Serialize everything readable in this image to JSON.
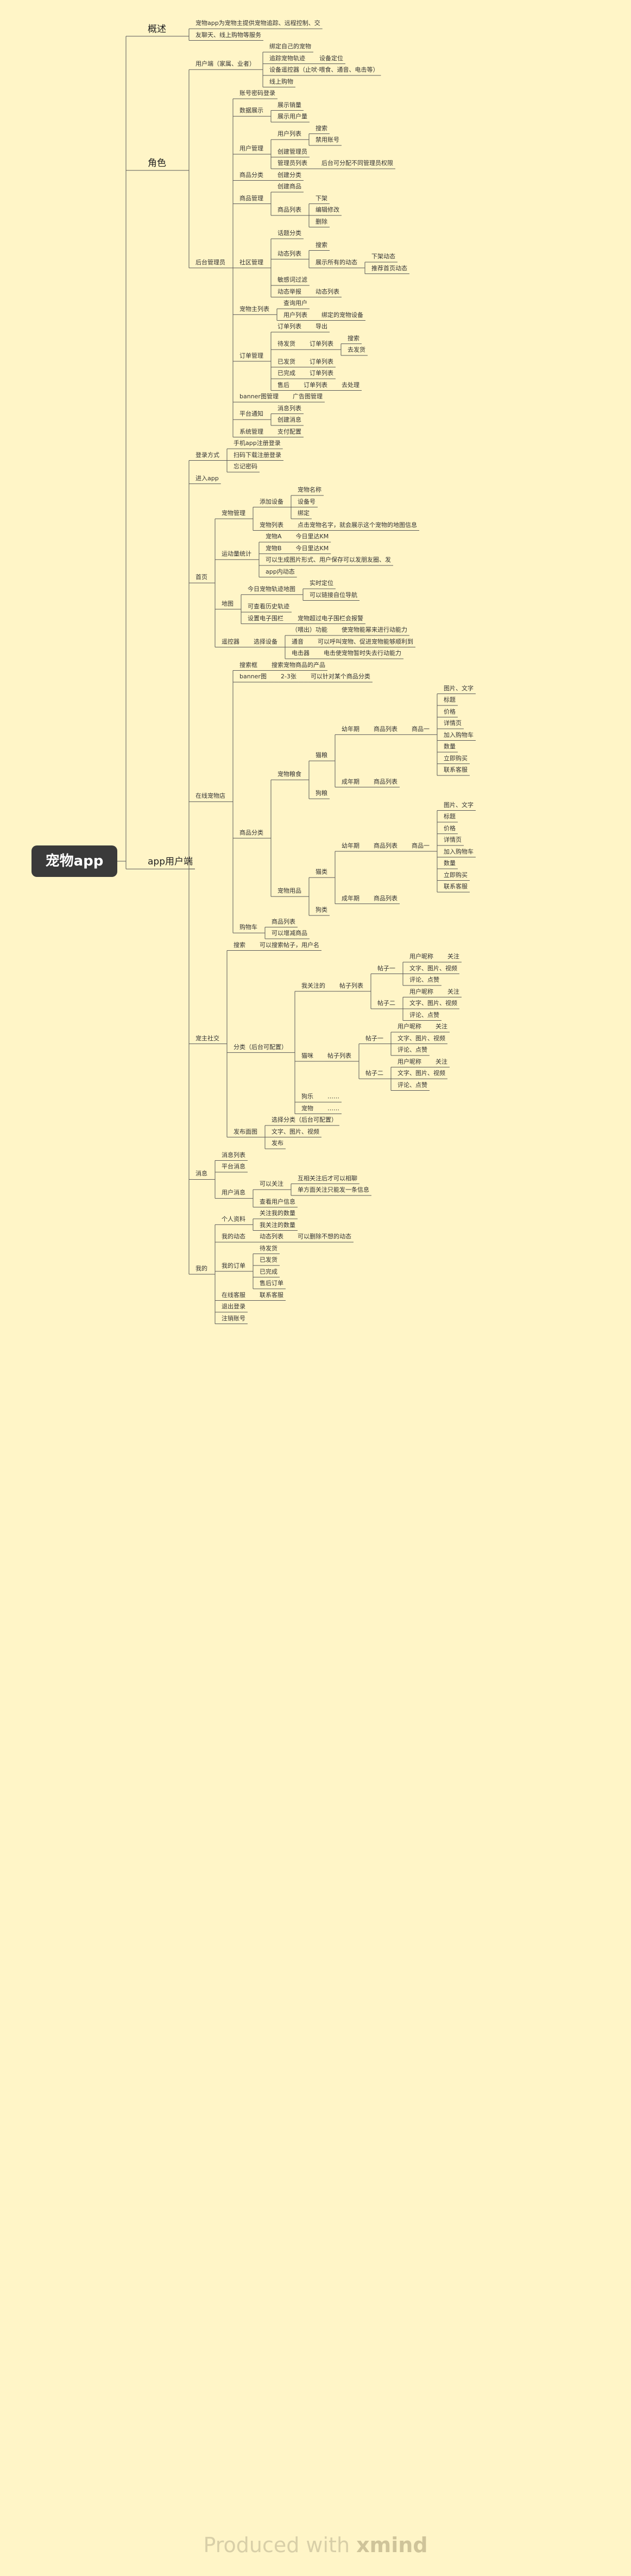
{
  "root": "宠物app",
  "watermark": {
    "prefix": "Produced with",
    "brand": "xmind"
  },
  "tree": [
    {
      "t": "概述",
      "c": [
        {
          "t": "宠物app为宠物主提供宠物追踪、远程控制、交",
          "c": []
        },
        {
          "t": "友聊天、线上购物等服务",
          "c": []
        }
      ]
    },
    {
      "t": "角色",
      "c": [
        {
          "t": "用户端（家属、业者）",
          "c": [
            {
              "t": "绑定自己的宠物"
            },
            {
              "t": "追踪宠物轨迹",
              "c": [
                {
                  "t": "设备定位"
                }
              ]
            },
            {
              "t": "设备遥控器（止吠·喂食、通音、电击等）"
            },
            {
              "t": "线上购物"
            }
          ]
        },
        {
          "t": "后台管理员",
          "c": [
            {
              "t": "账号密码登录"
            },
            {
              "t": "数据展示",
              "c": [
                {
                  "t": "展示销量"
                },
                {
                  "t": "展示用户量"
                }
              ]
            },
            {
              "t": "用户管理",
              "c": [
                {
                  "t": "用户列表",
                  "c": [
                    {
                      "t": "搜索"
                    },
                    {
                      "t": "禁用账号"
                    }
                  ]
                },
                {
                  "t": "创建管理员"
                },
                {
                  "t": "管理员列表",
                  "c": [
                    {
                      "t": "后台可分配不同管理员权限"
                    }
                  ]
                }
              ]
            },
            {
              "t": "商品分类",
              "c": [
                {
                  "t": "创建分类"
                }
              ]
            },
            {
              "t": "商品管理",
              "c": [
                {
                  "t": "创建商品"
                },
                {
                  "t": "商品列表",
                  "c": [
                    {
                      "t": "下架"
                    },
                    {
                      "t": "编辑修改"
                    },
                    {
                      "t": "删除"
                    }
                  ]
                }
              ]
            },
            {
              "t": "社区管理",
              "c": [
                {
                  "t": "话题分类"
                },
                {
                  "t": "动态列表",
                  "c": [
                    {
                      "t": "搜索"
                    },
                    {
                      "t": "展示所有的动态",
                      "c": [
                        {
                          "t": "下架动态"
                        },
                        {
                          "t": "推荐首页动态"
                        }
                      ]
                    }
                  ]
                },
                {
                  "t": "敏感词过滤"
                },
                {
                  "t": "动态举报",
                  "c": [
                    {
                      "t": "动态列表"
                    }
                  ]
                }
              ]
            },
            {
              "t": "宠物主列表",
              "c": [
                {
                  "t": "查询用户"
                },
                {
                  "t": "用户列表",
                  "c": [
                    {
                      "t": "绑定的宠物设备"
                    }
                  ]
                }
              ]
            },
            {
              "t": "订单管理",
              "c": [
                {
                  "t": "订单列表",
                  "c": [
                    {
                      "t": "导出"
                    }
                  ]
                },
                {
                  "t": "待发货",
                  "c": [
                    {
                      "t": "订单列表",
                      "c": [
                        {
                          "t": "搜索"
                        },
                        {
                          "t": "去发货"
                        }
                      ]
                    }
                  ]
                },
                {
                  "t": "已发货",
                  "c": [
                    {
                      "t": "订单列表"
                    }
                  ]
                },
                {
                  "t": "已完成",
                  "c": [
                    {
                      "t": "订单列表"
                    }
                  ]
                },
                {
                  "t": "售后",
                  "c": [
                    {
                      "t": "订单列表",
                      "c": [
                        {
                          "t": "去处理"
                        }
                      ]
                    }
                  ]
                }
              ]
            },
            {
              "t": "banner图管理",
              "c": [
                {
                  "t": "广告图管理"
                }
              ]
            },
            {
              "t": "平台通知",
              "c": [
                {
                  "t": "消息列表"
                },
                {
                  "t": "创建消息"
                }
              ]
            },
            {
              "t": "系统管理",
              "c": [
                {
                  "t": "支付配置"
                }
              ]
            }
          ]
        }
      ]
    },
    {
      "t": "app用户端",
      "c": [
        {
          "t": "登录方式",
          "c": [
            {
              "t": "手机app注册登录"
            },
            {
              "t": "扫码下载注册登录"
            },
            {
              "t": "忘记密码"
            }
          ]
        },
        {
          "t": "进入app"
        },
        {
          "t": "首页",
          "c": [
            {
              "t": "宠物管理",
              "c": [
                {
                  "t": "添加设备",
                  "c": [
                    {
                      "t": "宠物名称"
                    },
                    {
                      "t": "设备号"
                    },
                    {
                      "t": "绑定"
                    }
                  ]
                },
                {
                  "t": "宠物列表",
                  "c": [
                    {
                      "t": "点击宠物名字，就会展示这个宠物的地图信息"
                    }
                  ]
                }
              ]
            },
            {
              "t": "运动量统计",
              "c": [
                {
                  "t": "宠物A",
                  "c": [
                    {
                      "t": "今日里达KM"
                    }
                  ]
                },
                {
                  "t": "宠物B",
                  "c": [
                    {
                      "t": "今日里达KM"
                    }
                  ]
                },
                {
                  "t": "可以生成图片形式、用户保存可以发朋友圈、发"
                },
                {
                  "t": "app内动态"
                }
              ]
            },
            {
              "t": "地图",
              "c": [
                {
                  "t": "今日宠物轨迹地图",
                  "c": [
                    {
                      "t": "实时定位"
                    },
                    {
                      "t": "可以链接自位导航"
                    }
                  ]
                },
                {
                  "t": "可查看历史轨迹"
                },
                {
                  "t": "设置电子围栏",
                  "c": [
                    {
                      "t": "宠物超过电子围栏会报警"
                    }
                  ]
                }
              ]
            },
            {
              "t": "遥控器",
              "c": [
                {
                  "t": "选择设备",
                  "c": [
                    {
                      "t": "（喂出）功能",
                      "c": [
                        {
                          "t": "使宠物能幂来进行动能力"
                        }
                      ]
                    },
                    {
                      "t": "通音",
                      "c": [
                        {
                          "t": "可以呼叫宠物、促进宠物能够顺利到"
                        }
                      ]
                    },
                    {
                      "t": "电击器",
                      "c": [
                        {
                          "t": "电击使宠物暂时失去行动能力"
                        }
                      ]
                    }
                  ]
                }
              ]
            }
          ]
        },
        {
          "t": "在线宠物店",
          "c": [
            {
              "t": "搜索框",
              "c": [
                {
                  "t": "搜索宠物商品的产品"
                }
              ]
            },
            {
              "t": "banner图",
              "c": [
                {
                  "t": "2-3张",
                  "c": [
                    {
                      "t": "可以针对某个商品分类"
                    }
                  ]
                }
              ]
            },
            {
              "t": "商品分类",
              "c": [
                {
                  "t": "宠物粮食",
                  "c": [
                    {
                      "t": "猫粮",
                      "c": [
                        {
                          "t": "幼年期",
                          "c": [
                            {
                              "t": "商品列表",
                              "c": [
                                {
                                  "t": "商品一",
                                  "c": [
                                    {
                                      "t": "图片、文字"
                                    },
                                    {
                                      "t": "标题"
                                    },
                                    {
                                      "t": "价格"
                                    },
                                    {
                                      "t": "详情页"
                                    },
                                    {
                                      "t": "加入购物车"
                                    },
                                    {
                                      "t": "数量"
                                    },
                                    {
                                      "t": "立即购买"
                                    },
                                    {
                                      "t": "联系客服"
                                    }
                                  ]
                                }
                              ]
                            }
                          ]
                        },
                        {
                          "t": "成年期",
                          "c": [
                            {
                              "t": "商品列表"
                            }
                          ]
                        }
                      ]
                    },
                    {
                      "t": "狗粮"
                    }
                  ]
                },
                {
                  "t": "宠物用品",
                  "c": [
                    {
                      "t": "猫类",
                      "c": [
                        {
                          "t": "幼年期",
                          "c": [
                            {
                              "t": "商品列表",
                              "c": [
                                {
                                  "t": "商品一",
                                  "c": [
                                    {
                                      "t": "图片、文字"
                                    },
                                    {
                                      "t": "标题"
                                    },
                                    {
                                      "t": "价格"
                                    },
                                    {
                                      "t": "详情页"
                                    },
                                    {
                                      "t": "加入购物车"
                                    },
                                    {
                                      "t": "数量"
                                    },
                                    {
                                      "t": "立即购买"
                                    },
                                    {
                                      "t": "联系客服"
                                    }
                                  ]
                                }
                              ]
                            }
                          ]
                        },
                        {
                          "t": "成年期",
                          "c": [
                            {
                              "t": "商品列表"
                            }
                          ]
                        }
                      ]
                    },
                    {
                      "t": "狗类"
                    }
                  ]
                }
              ]
            },
            {
              "t": "购物车",
              "c": [
                {
                  "t": "商品列表"
                },
                {
                  "t": "可以增减商品"
                }
              ]
            }
          ]
        },
        {
          "t": "宠主社交",
          "c": [
            {
              "t": "搜索",
              "c": [
                {
                  "t": "可以搜索帖子，用户名"
                }
              ]
            },
            {
              "t": "分类（后台可配置）",
              "c": [
                {
                  "t": "我关注的",
                  "c": [
                    {
                      "t": "帖子列表",
                      "c": [
                        {
                          "t": "帖子一",
                          "c": [
                            {
                              "t": "用户昵称",
                              "c": [
                                {
                                  "t": "关注"
                                }
                              ]
                            },
                            {
                              "t": "文字、图片、视频"
                            },
                            {
                              "t": "评论、点赞"
                            }
                          ]
                        },
                        {
                          "t": "帖子二",
                          "c": [
                            {
                              "t": "用户昵称",
                              "c": [
                                {
                                  "t": "关注"
                                }
                              ]
                            },
                            {
                              "t": "文字、图片、视频"
                            },
                            {
                              "t": "评论、点赞"
                            }
                          ]
                        }
                      ]
                    }
                  ]
                },
                {
                  "t": "猫咪",
                  "c": [
                    {
                      "t": "帖子列表",
                      "c": [
                        {
                          "t": "帖子一",
                          "c": [
                            {
                              "t": "用户昵称",
                              "c": [
                                {
                                  "t": "关注"
                                }
                              ]
                            },
                            {
                              "t": "文字、图片、视频"
                            },
                            {
                              "t": "评论、点赞"
                            }
                          ]
                        },
                        {
                          "t": "帖子二",
                          "c": [
                            {
                              "t": "用户昵称",
                              "c": [
                                {
                                  "t": "关注"
                                }
                              ]
                            },
                            {
                              "t": "文字、图片、视频"
                            },
                            {
                              "t": "评论、点赞"
                            }
                          ]
                        }
                      ]
                    }
                  ]
                },
                {
                  "t": "狗乐",
                  "c": [
                    {
                      "t": "……"
                    }
                  ]
                },
                {
                  "t": "宠物",
                  "c": [
                    {
                      "t": "……"
                    }
                  ]
                }
              ]
            },
            {
              "t": "发布面图",
              "c": [
                {
                  "t": "选择分类（后台可配置）"
                },
                {
                  "t": "文字、图片、视频"
                },
                {
                  "t": "发布"
                }
              ]
            }
          ]
        },
        {
          "t": "消息",
          "c": [
            {
              "t": "消息列表"
            },
            {
              "t": "平台消息"
            },
            {
              "t": "用户消息",
              "c": [
                {
                  "t": "可以关注",
                  "c": [
                    {
                      "t": "互相关注后才可以相聊"
                    },
                    {
                      "t": "单方面关注只能发一条信息"
                    }
                  ]
                },
                {
                  "t": "查看用户信息"
                }
              ]
            }
          ]
        },
        {
          "t": "我的",
          "c": [
            {
              "t": "个人资料",
              "c": [
                {
                  "t": "关注我的数量"
                },
                {
                  "t": "我关注的数量"
                }
              ]
            },
            {
              "t": "我的动态",
              "c": [
                {
                  "t": "动态列表",
                  "c": [
                    {
                      "t": "可以删除不想的动态"
                    }
                  ]
                }
              ]
            },
            {
              "t": "我的订单",
              "c": [
                {
                  "t": "待发货"
                },
                {
                  "t": "已发货"
                },
                {
                  "t": "已完成"
                },
                {
                  "t": "售后订单"
                }
              ]
            },
            {
              "t": "在线客服",
              "c": [
                {
                  "t": "联系客服"
                }
              ]
            },
            {
              "t": "退出登录"
            },
            {
              "t": "注销账号"
            }
          ]
        }
      ]
    }
  ]
}
